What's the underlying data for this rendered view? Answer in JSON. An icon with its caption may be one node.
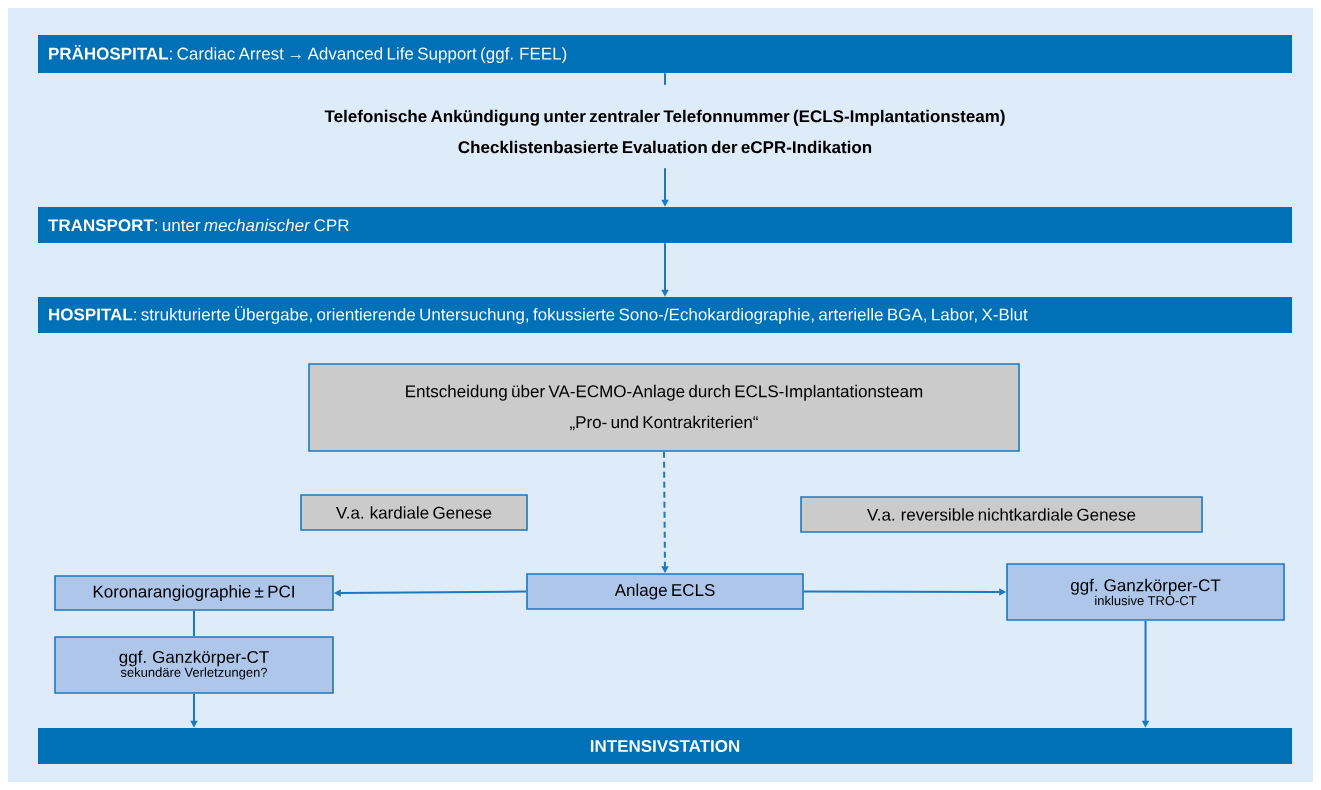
{
  "diagram": {
    "nodes": [
      {
        "text": [
          "**PRÄHOSPITAL**:  Cardiac Arrest → Advanced Life Support (ggf. FEEL)"
        ]
      },
      {
        "text": [
          "Telefonische Ankündigung unter zentraler Telefonnummer (ECLS-Implantationsteam)",
          "Checklistenbasierte Evaluation der eCPR-Indikation"
        ]
      },
      {
        "text": [
          "**TRANSPORT**: unter *mechanischer* CPR"
        ]
      },
      {
        "text": [
          "**HOSPITAL**: strukturierte Übergabe, orientierende Untersuchung, fokussierte Sono-/Echokardiographie, arterielle BGA, Labor, X-Blut"
        ]
      },
      {
        "text": [
          "Entscheidung über VA-ECMO-Anlage durch ECLS-Implantationsteam",
          "„Pro- und Kontrakriterien“"
        ]
      },
      {
        "text": [
          "V.a. kardiale Genese"
        ]
      },
      {
        "text": [
          "V.a. reversible nichtkardiale Genese"
        ]
      },
      {
        "text": [
          "Koronarangiographie ± PCI"
        ]
      },
      {
        "text": [
          "Anlage ECLS"
        ]
      },
      {
        "text": [
          "ggf. Ganzkörper-CT",
          "inklusive TRO-CT"
        ]
      },
      {
        "text": [
          "ggf. Ganzkörper-CT",
          "sekundäre Verletzungen?"
        ]
      },
      {
        "text": [
          "INTENSIVSTATION"
        ]
      }
    ],
    "edges": [
      {
        "from": 0,
        "to": 1,
        "arrow": "none"
      },
      {
        "from": 1,
        "to": 2,
        "arrow": "to"
      },
      {
        "from": 2,
        "to": 3,
        "arrow": "to"
      },
      {
        "from": 4,
        "to": 8,
        "arrow": "to",
        "style": "dashed"
      },
      {
        "from": 8,
        "to": 7,
        "arrow": "to"
      },
      {
        "from": 8,
        "to": 9,
        "arrow": "to"
      },
      {
        "from": 7,
        "to": 10,
        "arrow": "none"
      },
      {
        "from": 10,
        "to": 11,
        "arrow": "to"
      },
      {
        "from": 9,
        "to": 11,
        "arrow": "to"
      }
    ]
  }
}
